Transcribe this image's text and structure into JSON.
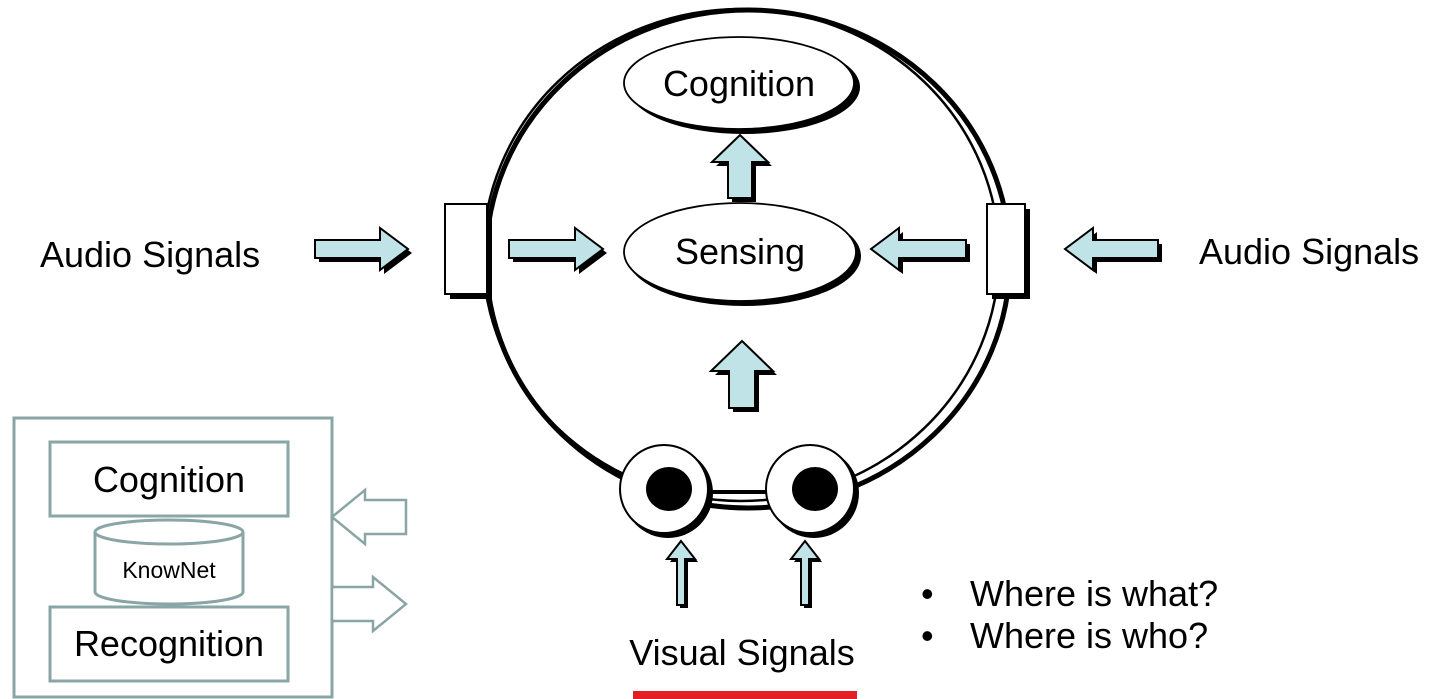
{
  "diagram": {
    "cognition": "Cognition",
    "sensing": "Sensing",
    "audio_left": "Audio Signals",
    "audio_right": "Audio Signals",
    "visual": "Visual Signals",
    "bullets": [
      "Where is what?",
      "Where is who?"
    ],
    "bullet_symbol": "•"
  },
  "side_panel": {
    "cognition": "Cognition",
    "knownet": "KnowNet",
    "recognition": "Recognition"
  },
  "colors": {
    "arrow_fill": "#bfe3e6",
    "panel_stroke": "#8aa5a5",
    "underline": "#e31e24"
  }
}
